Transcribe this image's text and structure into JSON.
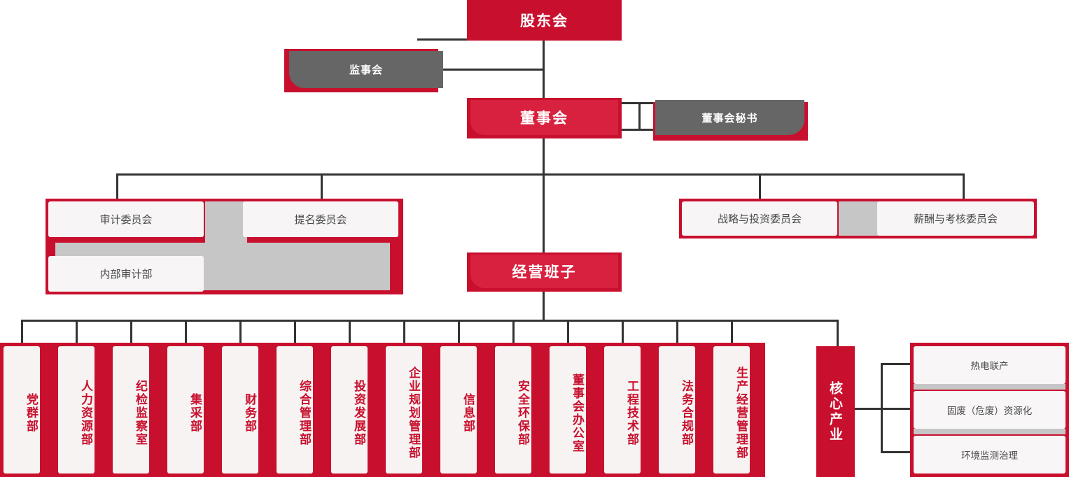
{
  "meta": {
    "title": "公司组织架构图",
    "colors": {
      "brand_red": "#C8102E",
      "light_red": "#D8213F",
      "gray_box": "#666666",
      "filler_gray": "#C6C6C6",
      "tile_white": "#F7F5F5",
      "line": "#333333"
    }
  },
  "top": {
    "shareholders": "股东会",
    "supervisors": "监事会",
    "board": "董事会",
    "board_secretary": "董事会秘书"
  },
  "committees": {
    "left": [
      {
        "label": "审计委员会"
      },
      {
        "label": "提名委员会"
      }
    ],
    "left_sub": [
      {
        "label": "内部审计部"
      }
    ],
    "right": [
      {
        "label": "战略与投资委员会"
      },
      {
        "label": "薪酬与考核委员会"
      }
    ]
  },
  "management": {
    "label": "经营班子"
  },
  "departments": [
    {
      "label": "党群部"
    },
    {
      "label": "人力资源部"
    },
    {
      "label": "纪检监察室"
    },
    {
      "label": "集采部"
    },
    {
      "label": "财务部"
    },
    {
      "label": "综合管理部"
    },
    {
      "label": "投资发展部"
    },
    {
      "label": "企业规划管理部"
    },
    {
      "label": "信息部"
    },
    {
      "label": "安全环保部"
    },
    {
      "label": "董事会办公室"
    },
    {
      "label": "工程技术部"
    },
    {
      "label": "法务合规部"
    },
    {
      "label": "生产经营管理部"
    }
  ],
  "core_industry": {
    "label": "核心产业",
    "items": [
      {
        "label": "热电联产"
      },
      {
        "label": "固废（危废）资源化"
      },
      {
        "label": "环境监测治理"
      }
    ]
  }
}
